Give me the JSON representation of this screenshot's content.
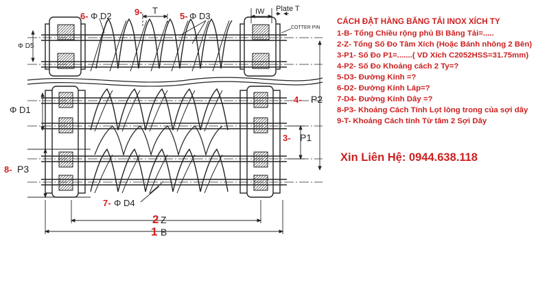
{
  "diagram": {
    "labels": {
      "d2_num": "6-",
      "d2": "Φ D2",
      "t_num": "9-",
      "t": "T",
      "d3_num": "5-",
      "d3": "Φ D3",
      "iw": "IW",
      "plate_t": "Plate T",
      "cotter_pin": "COTTER PIN",
      "d5": "Φ D5",
      "d1": "Φ D1",
      "p2_num": "4-",
      "p2": "P2",
      "p1_num": "3-",
      "p1": "P1",
      "p3_num": "8-",
      "p3": "P3",
      "d4_num": "7-",
      "d4": "Φ D4",
      "z_num": "2",
      "z": "Z",
      "b_num": "1",
      "b": "B"
    }
  },
  "info": {
    "title": "CÁCH ĐẶT HÀNG BĂNG TẢI INOX XÍCH TY",
    "lines": [
      "1-B- Tổng Chiều rộng phủ Bì Băng Tải=.....",
      "2-Z- Tổng Số Đo Tâm Xích (Hoặc Bánh nhông 2 Bên)",
      "3-P1- Số Đo P1=.......( VD Xích C2052HSS=31.75mm)",
      "4-P2- Số Đo Khoảng cách 2 Ty=?",
      "5-D3- Đường Kính =?",
      "6-D2- Đường Kính Láp=?",
      "7-D4- Đường Kính Dây =?",
      "8-P3- Khoảng Cách Tính Lọt lòng trong của sợi dây",
      "9-T- Khoảng Cách tính Từ tâm 2 Sợi Dây"
    ]
  },
  "contact": {
    "text": "Xin Liên Hệ: 0944.638.118"
  },
  "colors": {
    "accent_red": "#cc1f1f",
    "line": "#222222"
  }
}
